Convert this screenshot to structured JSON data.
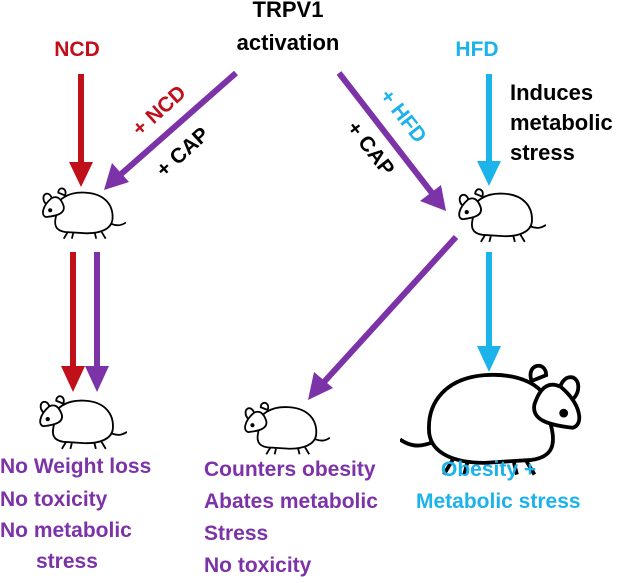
{
  "colors": {
    "ncd": "#c0111b",
    "hfd": "#1cb2ea",
    "cap": "#7d33a8",
    "text": "#000000"
  },
  "labels": {
    "top_line1": "TRPV1",
    "top_line2": "activation",
    "ncd": "NCD",
    "hfd": "HFD",
    "plus_ncd": "+ NCD",
    "plus_cap": "+ CAP",
    "plus_hfd": "+ HFD",
    "induces_line1": "Induces",
    "induces_line2": "metabolic",
    "induces_line3": "stress"
  },
  "outcomes": {
    "left": [
      "No Weight loss",
      "No toxicity",
      "No metabolic",
      "stress"
    ],
    "middle": [
      "Counters obesity",
      "Abates metabolic",
      "Stress",
      "No toxicity"
    ],
    "right": [
      "Obesity +",
      "Metabolic stress"
    ]
  },
  "icons": {
    "mouse": "mouse-icon",
    "large_mouse": "obese-mouse-icon"
  }
}
